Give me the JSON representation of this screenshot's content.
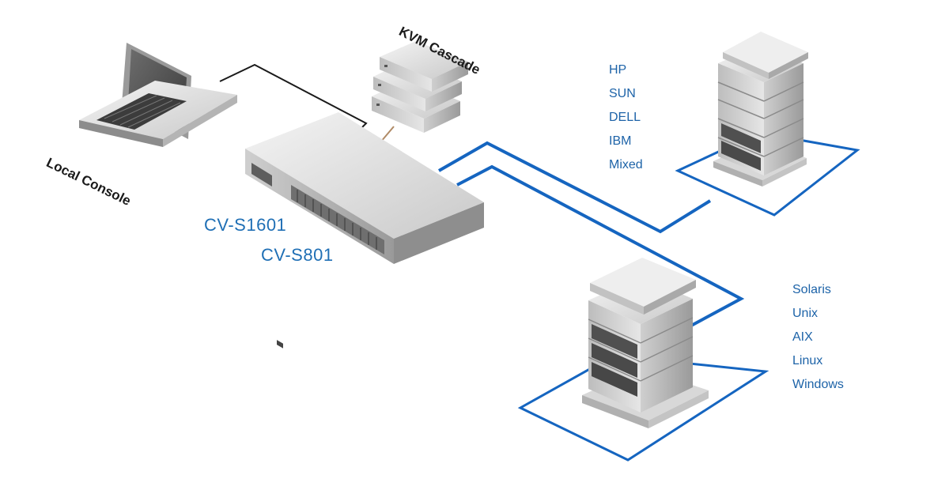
{
  "labels": {
    "local_console": "Local Console",
    "kvm_cascade": "KVM Cascade",
    "model_1": "CV-S1601",
    "model_2": "CV-S801"
  },
  "server_group_1": {
    "vendors": [
      "HP",
      "SUN",
      "DELL",
      "IBM",
      "Mixed"
    ]
  },
  "server_group_2": {
    "systems": [
      "Solaris",
      "Unix",
      "AIX",
      "Linux",
      "Windows"
    ]
  },
  "colors": {
    "link_blue": "#1565c0",
    "text_blue": "#1d63a8",
    "model_blue": "#1f6fb5",
    "cable_black": "#1a1a1a",
    "cascade_cable": "#b08a66"
  },
  "icons": [
    "laptop-icon",
    "kvm-switch-icon",
    "kvm-cascade-icon",
    "server-rack-icon"
  ]
}
